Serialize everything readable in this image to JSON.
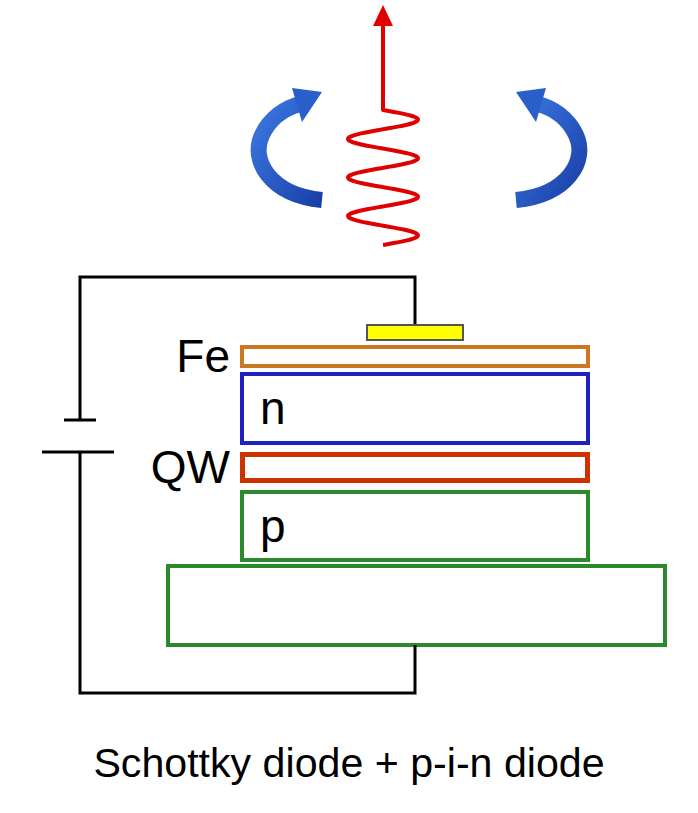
{
  "diagram": {
    "caption": "Schottky diode + p-i-n diode",
    "nodes": [
      {
        "text": [
          "Fe"
        ]
      },
      {
        "text": [
          "n"
        ]
      },
      {
        "text": [
          "QW"
        ]
      },
      {
        "text": [
          "p"
        ]
      }
    ]
  }
}
